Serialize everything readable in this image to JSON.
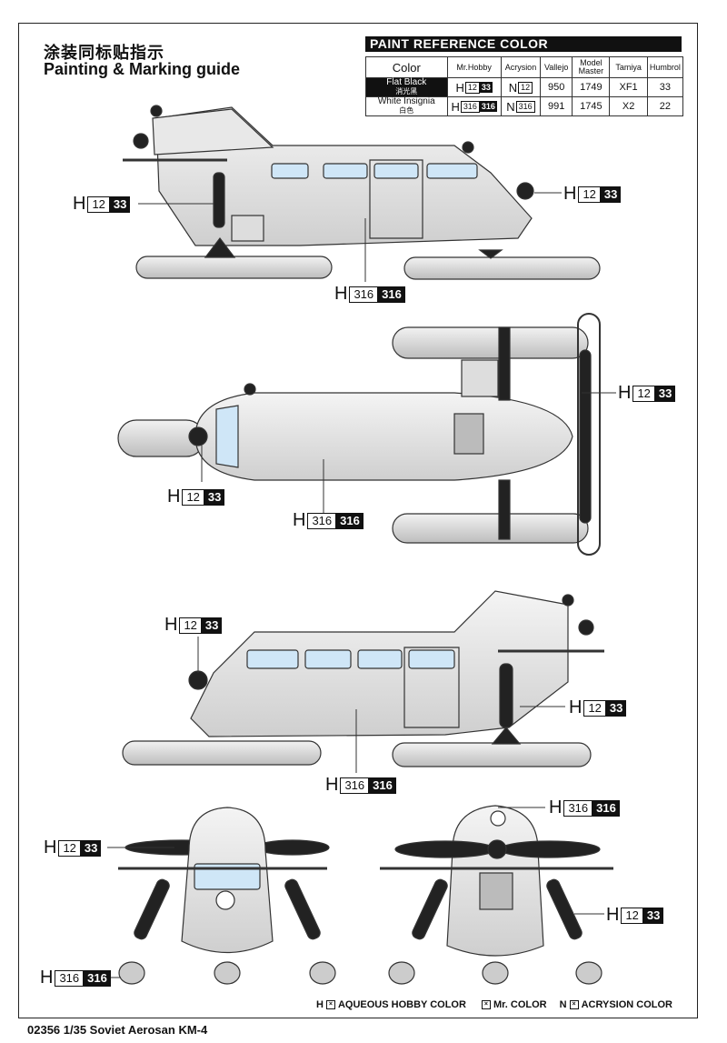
{
  "title_cn": "涂装同标贴指示",
  "title_en": "Painting & Marking guide",
  "paint_reference": {
    "heading": "PAINT  REFERENCE COLOR",
    "columns": [
      "Color",
      "Mr.Hobby",
      "Acrysion",
      "Vallejo",
      "Model Master",
      "Tamiya",
      "Humbrol"
    ],
    "rows": [
      {
        "name": "Flat Black",
        "name_cn": "消光黑",
        "h_prefix": "H",
        "h_num": "12",
        "h_code": "33",
        "n_prefix": "N",
        "n_num": "12",
        "vallejo": "950",
        "model_master": "1749",
        "tamiya": "XF1",
        "humbrol": "33"
      },
      {
        "name": "White Insignia",
        "name_cn": "白色",
        "h_prefix": "H",
        "h_num": "316",
        "h_code": "316",
        "n_prefix": "N",
        "n_num": "316",
        "vallejo": "991",
        "model_master": "1745",
        "tamiya": "X2",
        "humbrol": "22"
      }
    ]
  },
  "callouts": {
    "c1": {
      "prefix": "H",
      "num": "12",
      "code": "33"
    },
    "c2": {
      "prefix": "H",
      "num": "12",
      "code": "33"
    },
    "c3": {
      "prefix": "H",
      "num": "316",
      "code": "316"
    },
    "c4": {
      "prefix": "H",
      "num": "12",
      "code": "33"
    },
    "c5": {
      "prefix": "H",
      "num": "12",
      "code": "33"
    },
    "c6": {
      "prefix": "H",
      "num": "316",
      "code": "316"
    },
    "c7": {
      "prefix": "H",
      "num": "12",
      "code": "33"
    },
    "c8": {
      "prefix": "H",
      "num": "12",
      "code": "33"
    },
    "c9": {
      "prefix": "H",
      "num": "316",
      "code": "316"
    },
    "c10": {
      "prefix": "H",
      "num": "12",
      "code": "33"
    },
    "c11": {
      "prefix": "H",
      "num": "316",
      "code": "316"
    },
    "c12": {
      "prefix": "H",
      "num": "12",
      "code": "33"
    },
    "c13": {
      "prefix": "H",
      "num": "316",
      "code": "316"
    }
  },
  "legend": {
    "aqueous_prefix": "H",
    "aqueous": "AQUEOUS HOBBY COLOR",
    "mr": "Mr. COLOR",
    "acrysion_prefix": "N",
    "acrysion": "ACRYSION COLOR"
  },
  "footer": "02356  1/35   Soviet Aerosan KM-4",
  "colors": {
    "body": "#e2e2e2",
    "window": "#cfe6f7",
    "black": "#111111"
  }
}
